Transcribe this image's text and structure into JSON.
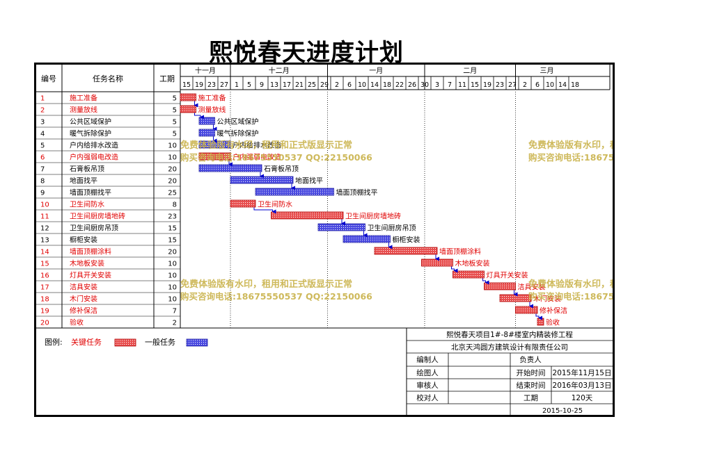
{
  "title": "熙悦春天进度计划",
  "table": {
    "col_id": "编号",
    "col_name": "任务名称",
    "col_duration": "工期"
  },
  "months": [
    "十一月",
    "十二月",
    "一月",
    "二月",
    "三月"
  ],
  "day_ticks": [
    "15",
    "19",
    "23",
    "27",
    "1",
    "5",
    "9",
    "13",
    "17",
    "21",
    "25",
    "29",
    "2",
    "6",
    "10",
    "14",
    "18",
    "22",
    "26",
    "30",
    "3",
    "7",
    "11",
    "15",
    "19",
    "23",
    "27",
    "2",
    "6",
    "10",
    "14",
    "18"
  ],
  "chart_data": {
    "type": "gantt",
    "title": "熙悦春天进度计划",
    "start_date": "2015-11-15",
    "end_date": "2016-03-13",
    "tasks": [
      {
        "id": "1",
        "name": "施工准备",
        "duration": 5,
        "start": "2015-11-15",
        "end": "2015-11-19",
        "critical": true
      },
      {
        "id": "2",
        "name": "测量放线",
        "duration": 5,
        "start": "2015-11-15",
        "end": "2015-11-19",
        "critical": true
      },
      {
        "id": "3",
        "name": "公共区域保护",
        "duration": 5,
        "start": "2015-11-21",
        "end": "2015-11-25",
        "critical": false
      },
      {
        "id": "4",
        "name": "暖气拆除保护",
        "duration": 5,
        "start": "2015-11-21",
        "end": "2015-11-25",
        "critical": false
      },
      {
        "id": "5",
        "name": "户内给排水改造",
        "duration": 10,
        "start": "2015-11-21",
        "end": "2015-11-30",
        "critical": false
      },
      {
        "id": "6",
        "name": "户内强弱电改造",
        "duration": 10,
        "start": "2015-11-21",
        "end": "2015-11-30",
        "critical": true
      },
      {
        "id": "7",
        "name": "石膏板吊顶",
        "duration": 20,
        "start": "2015-11-21",
        "end": "2015-12-10",
        "critical": false
      },
      {
        "id": "8",
        "name": "地面找平",
        "duration": 20,
        "start": "2015-12-01",
        "end": "2015-12-20",
        "critical": false
      },
      {
        "id": "9",
        "name": "墙面顶棚找平",
        "duration": 25,
        "start": "2015-12-09",
        "end": "2016-01-02",
        "critical": false
      },
      {
        "id": "10",
        "name": "卫生间防水",
        "duration": 8,
        "start": "2015-12-01",
        "end": "2015-12-08",
        "critical": true
      },
      {
        "id": "11",
        "name": "卫生间厨房墙地砖",
        "duration": 23,
        "start": "2015-12-14",
        "end": "2016-01-05",
        "critical": true
      },
      {
        "id": "12",
        "name": "卫生间厨房吊顶",
        "duration": 15,
        "start": "2015-12-29",
        "end": "2016-01-12",
        "critical": false
      },
      {
        "id": "13",
        "name": "橱柜安装",
        "duration": 15,
        "start": "2016-01-06",
        "end": "2016-01-20",
        "critical": false
      },
      {
        "id": "14",
        "name": "墙面顶棚涂料",
        "duration": 20,
        "start": "2016-01-16",
        "end": "2016-02-04",
        "critical": true
      },
      {
        "id": "15",
        "name": "木地板安装",
        "duration": 10,
        "start": "2016-01-31",
        "end": "2016-02-09",
        "critical": true
      },
      {
        "id": "16",
        "name": "灯具开关安装",
        "duration": 10,
        "start": "2016-02-10",
        "end": "2016-02-19",
        "critical": true
      },
      {
        "id": "17",
        "name": "洁具安装",
        "duration": 10,
        "start": "2016-02-20",
        "end": "2016-02-29",
        "critical": true
      },
      {
        "id": "18",
        "name": "木门安装",
        "duration": 10,
        "start": "2016-02-25",
        "end": "2016-03-05",
        "critical": true
      },
      {
        "id": "19",
        "name": "修补保洁",
        "duration": 7,
        "start": "2016-03-01",
        "end": "2016-03-07",
        "critical": true
      },
      {
        "id": "20",
        "name": "验收",
        "duration": 2,
        "start": "2016-03-08",
        "end": "2016-03-09",
        "critical": true
      }
    ],
    "colors": {
      "critical": "#e03030",
      "normal": "#3a3ad0",
      "critical_text": "#e00000",
      "normal_text": "#000000"
    }
  },
  "watermark": {
    "line1": "免费体验版有水印，租用和正式版显示正常",
    "line2": "购买咨询电话:18675550537 QQ:22150066",
    "color": "#c9b24a"
  },
  "legend": {
    "label": "图例:",
    "critical": "关键任务",
    "normal": "一般任务"
  },
  "info": {
    "project": "熙悦春天项目1#-8#楼室内精装修工程",
    "company": "北京天鸿圆方建筑设计有限责任公司",
    "prepared_by": "编制人",
    "responsible": "负责人",
    "drawn_by": "绘图人",
    "start_label": "开始时间",
    "start_value": "2015年11月15日",
    "reviewed_by": "审核人",
    "end_label": "结束时间",
    "end_value": "2016年03月13日",
    "checked_by": "校对人",
    "duration_label": "工期",
    "duration_value": "120天",
    "date": "2015-10-25"
  }
}
